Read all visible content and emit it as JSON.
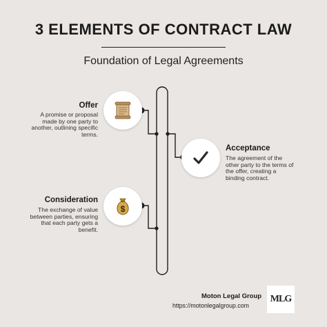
{
  "header": {
    "title": "3 ELEMENTS OF CONTRACT LAW",
    "subtitle": "Foundation of Legal Agreements"
  },
  "elements": [
    {
      "heading": "Offer",
      "description_lines": [
        "A promise or proposal",
        "made by one party to",
        "another, outlining specific",
        "terms."
      ],
      "icon": "scroll-icon"
    },
    {
      "heading": "Acceptance",
      "description_lines": [
        "The agreement of the",
        "other party to the terms of",
        "the offer, creating a",
        "binding contract."
      ],
      "icon": "checkmark-icon"
    },
    {
      "heading": "Consideration",
      "description_lines": [
        "The exchange of value",
        "between parties, ensuring",
        "that each party gets a",
        "benefit."
      ],
      "icon": "money-bag-icon"
    }
  ],
  "footer": {
    "company": "Moton Legal Group",
    "url": "https://motonlegalgroup.com",
    "logo_text": "MLG"
  },
  "colors": {
    "background": "#e9e6e3",
    "line": "#1e1e1e",
    "accent_gold": "#b38b2a"
  }
}
